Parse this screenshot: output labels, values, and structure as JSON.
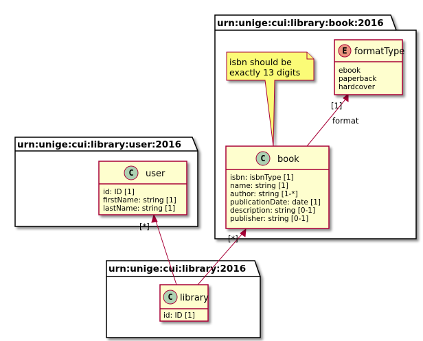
{
  "packages": {
    "book": {
      "title": "urn:unige:cui:library:book:2016"
    },
    "user": {
      "title": "urn:unige:cui:library:user:2016"
    },
    "library": {
      "title": "urn:unige:cui:library:2016"
    }
  },
  "classes": {
    "formatType": {
      "stereotype": "E",
      "name": "formatType",
      "attributes": [
        "ebook",
        "paperback",
        "hardcover"
      ]
    },
    "book": {
      "stereotype": "C",
      "name": "book",
      "attributes": [
        "isbn: isbnType [1]",
        "name: string [1]",
        "author: string [1-*]",
        "publicationDate: date [1]",
        "description: string [0-1]",
        "publisher: string [0-1]"
      ]
    },
    "user": {
      "stereotype": "C",
      "name": "user",
      "attributes": [
        "id: ID [1]",
        "firstName: string [1]",
        "lastName: string [1]"
      ]
    },
    "library": {
      "stereotype": "C",
      "name": "library",
      "attributes": [
        "id: ID [1]"
      ]
    }
  },
  "note": {
    "lines": [
      "isbn should be",
      "exactly 13 digits"
    ]
  },
  "links": {
    "format": {
      "label": "format",
      "multiplicity": "[1]"
    },
    "library_book": {
      "multiplicity": "[*]"
    },
    "library_user": {
      "multiplicity": "[*]"
    }
  },
  "colors": {
    "class_fill": "#FEFECE",
    "class_border": "#A80036",
    "class_badge": "#ADD1B2",
    "enum_badge": "#EB937F",
    "note_fill": "#FBFB77",
    "arrow": "#A80036"
  }
}
